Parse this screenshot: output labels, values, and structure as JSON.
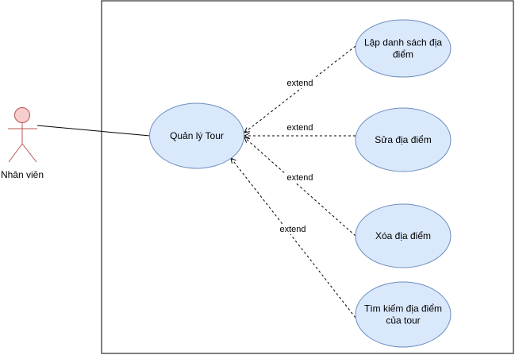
{
  "actor": {
    "label": "Nhân viên",
    "fill": "#f8cecc",
    "stroke": "#b85450"
  },
  "main_use_case": {
    "label": "Quản lý Tour"
  },
  "use_cases": [
    {
      "lines": [
        "Lập danh sách địa",
        "điểm"
      ],
      "relation": "extend"
    },
    {
      "lines": [
        "Sửa địa điểm"
      ],
      "relation": "extend"
    },
    {
      "lines": [
        "Xóa địa điểm"
      ],
      "relation": "extend"
    },
    {
      "lines": [
        "Tìm kiếm địa điểm",
        "của tour"
      ],
      "relation": "extend"
    }
  ],
  "colors": {
    "use_case_fill": "#dae8fc",
    "use_case_stroke": "#6c8ebf",
    "line": "#000000"
  }
}
